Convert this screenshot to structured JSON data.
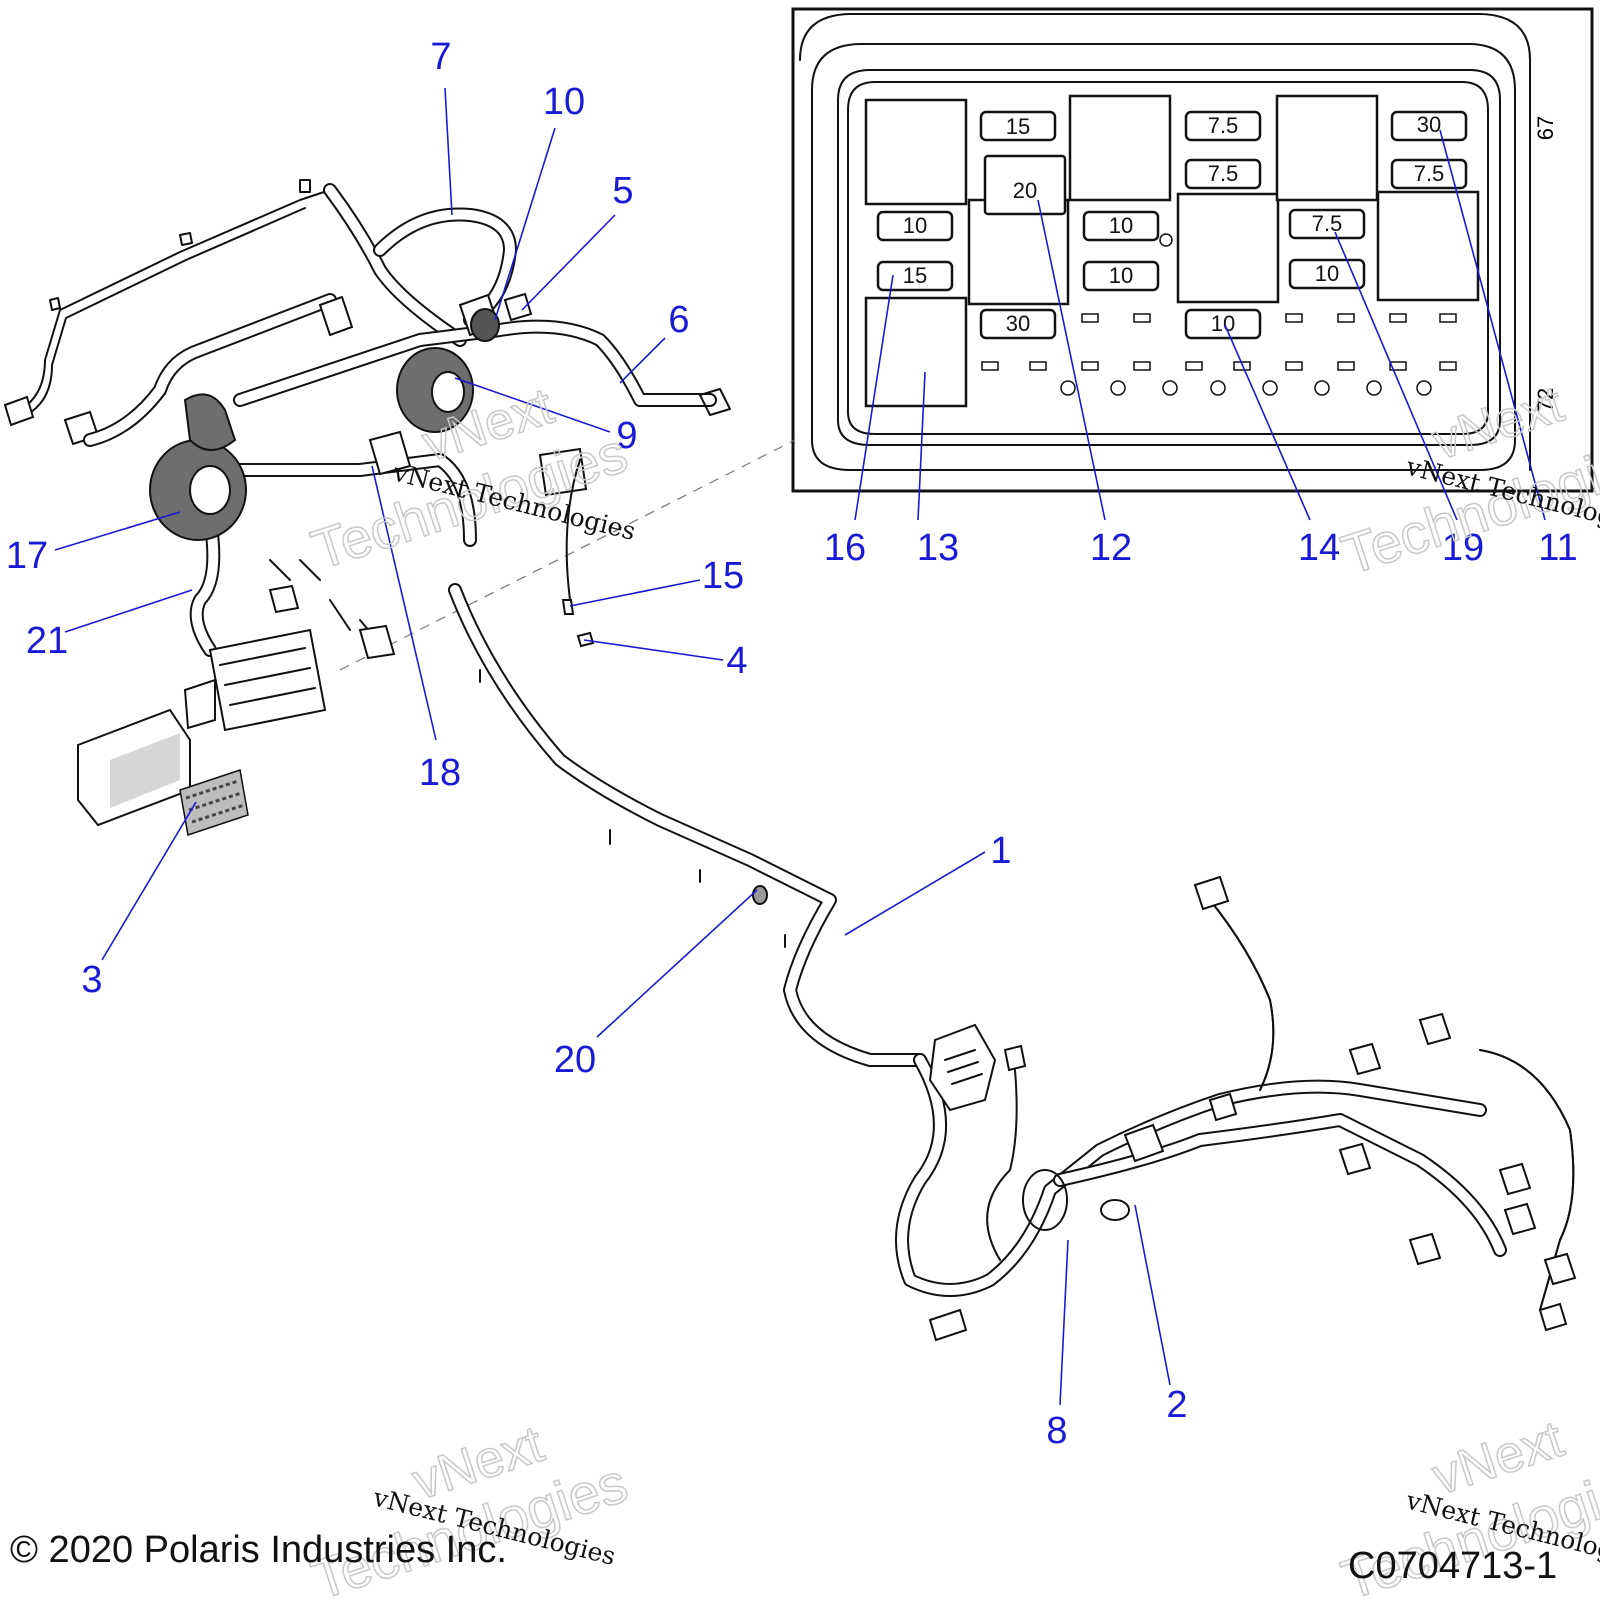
{
  "callouts": {
    "c1": "1",
    "c2": "2",
    "c3": "3",
    "c4": "4",
    "c5": "5",
    "c6": "6",
    "c7": "7",
    "c8": "8",
    "c9": "9",
    "c10": "10",
    "c11": "11",
    "c12": "12",
    "c13": "13",
    "c14": "14",
    "c15": "15",
    "c16": "16",
    "c17": "17",
    "c18": "18",
    "c19": "19",
    "c20": "20",
    "c21": "21"
  },
  "fuse_box": {
    "label_top": "67",
    "label_bottom": "72",
    "fuses": {
      "f1": "15",
      "f2": "20",
      "f3": "10",
      "f4": "15",
      "f5": "30",
      "f6": "7.5",
      "f7": "7.5",
      "f8": "10",
      "f9": "10",
      "f10": "10",
      "f11": "7.5",
      "f12": "10",
      "f13": "30",
      "f14": "7.5"
    }
  },
  "watermark": {
    "text": "vNext Technologies",
    "ghost_word1": "vNext",
    "ghost_word2": "Technologies"
  },
  "footer": {
    "copyright": "© 2020 Polaris Industries Inc.",
    "drawing_number": "C0704713-1"
  }
}
